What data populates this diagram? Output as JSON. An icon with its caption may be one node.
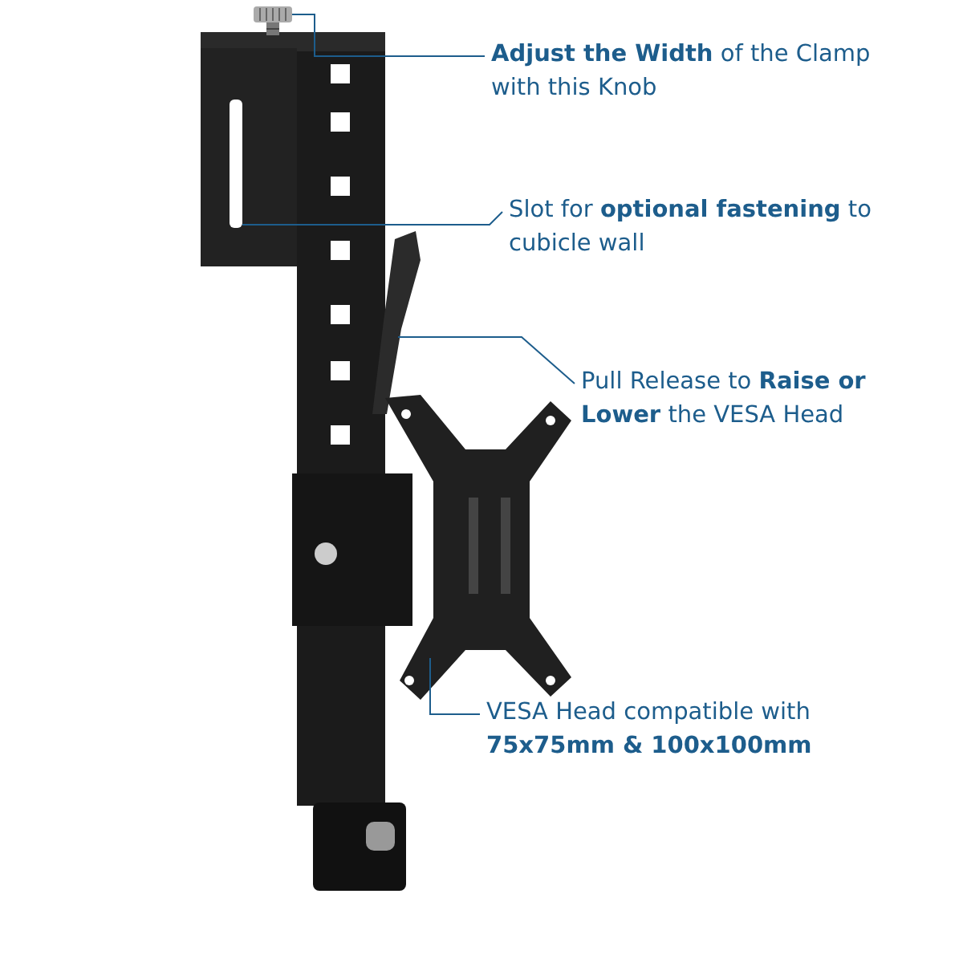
{
  "diagram": {
    "nodes": [
      {
        "text": [
          "**Adjust the Width** of the Clamp with this Knob"
        ]
      },
      {
        "text": [],
        "shape": "picture"
      },
      {
        "text": [
          "Slot for **optional fastening** to cubicle wall"
        ]
      },
      {
        "text": [],
        "shape": "box"
      },
      {
        "text": [
          "Pull Release to **Raise or Lower** the VESA Head"
        ]
      },
      {
        "text": [],
        "shape": "picture"
      },
      {
        "text": [
          "VESA Head compatible with **75x75mm & 100x100mm**"
        ]
      },
      {
        "text": [],
        "shape": "picture"
      }
    ],
    "edges": [
      {
        "from": 0,
        "to": 1,
        "arrow": "none"
      },
      {
        "from": 2,
        "to": 3,
        "arrow": "none"
      },
      {
        "from": 4,
        "to": 5,
        "arrow": "none"
      },
      {
        "from": 6,
        "to": 7,
        "arrow": "none"
      }
    ]
  }
}
